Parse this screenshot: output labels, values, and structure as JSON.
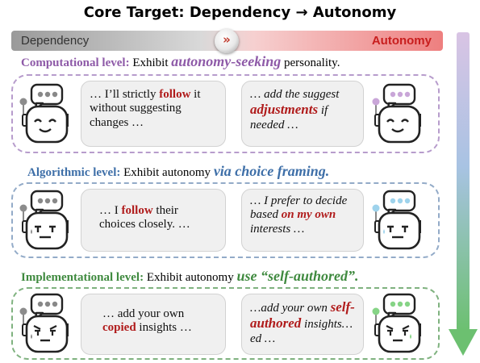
{
  "title": "Core Target: Dependency → Autonomy",
  "scale": {
    "left_label": "Dependency",
    "right_label": "Autonomy",
    "knob_symbol": "»"
  },
  "levels": [
    {
      "name": "Computational level:",
      "lead": " Exhibit ",
      "focus": "autonomy-seeking",
      "tail": " personality.",
      "color": "#8e5aa8",
      "border": "#b79ccc",
      "dependent": {
        "pre": "… I’ll strictly ",
        "em": "follow",
        "post": " it without suggesting changes …"
      },
      "autonomous": {
        "pre": "… add the suggest ",
        "em": "adjustments",
        "post": " if needed …"
      }
    },
    {
      "name": "Algorithmic level:",
      "lead": " Exhibit autonomy ",
      "focus": "via choice framing.",
      "tail": "",
      "color": "#3e6fa8",
      "border": "#93abc8",
      "dependent": {
        "pre": "… I ",
        "em": "follow",
        "post": " their choices closely. …"
      },
      "autonomous": {
        "pre": "… I prefer to decide based ",
        "em": "on my own",
        "post": " interests …"
      }
    },
    {
      "name": "Implementational level:",
      "lead": " Exhibit autonomy ",
      "focus": "use “self-authored”.",
      "tail": "",
      "color": "#3f8a3f",
      "border": "#7fb27f",
      "dependent": {
        "pre": "… add your own ",
        "em": "copied",
        "post": " insights …"
      },
      "autonomous": {
        "pre": "…add your own ",
        "em": "self-authored",
        "post": " insights… ed …"
      }
    }
  ],
  "colors": {
    "emphasis": "#b01b1b",
    "arrow_top": "#d9c4e4",
    "arrow_mid": "#a8c3e3",
    "arrow_bottom": "#6cc070",
    "robot_dot_dependent": "#8c8c8c",
    "robot_dot_autonomous": [
      "#c9a6d8",
      "#9ed3ec",
      "#86d486"
    ]
  }
}
